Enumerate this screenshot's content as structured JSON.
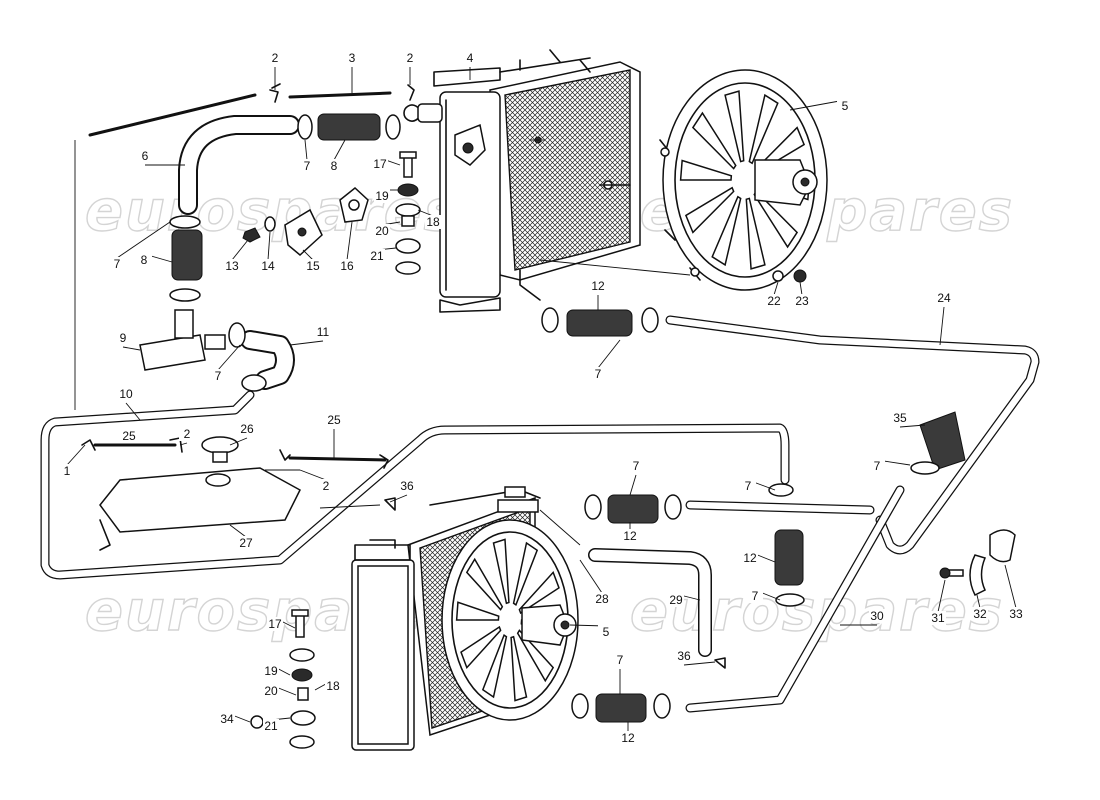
{
  "watermark": "eurospares",
  "part_numbers": [
    "1",
    "2",
    "3",
    "4",
    "5",
    "6",
    "7",
    "8",
    "9",
    "10",
    "11",
    "12",
    "13",
    "14",
    "15",
    "16",
    "17",
    "18",
    "19",
    "20",
    "21",
    "22",
    "23",
    "24",
    "25",
    "26",
    "27",
    "28",
    "29",
    "30",
    "31",
    "32",
    "33",
    "34",
    "35",
    "36"
  ],
  "callouts": [
    {
      "id": "c2a",
      "text": "2"
    },
    {
      "id": "c3",
      "text": "3"
    },
    {
      "id": "c2b",
      "text": "2"
    },
    {
      "id": "c4",
      "text": "4"
    },
    {
      "id": "c5a",
      "text": "5"
    },
    {
      "id": "c6",
      "text": "6"
    },
    {
      "id": "c7a",
      "text": "7"
    },
    {
      "id": "c8a",
      "text": "8"
    },
    {
      "id": "c17a",
      "text": "17"
    },
    {
      "id": "c19a",
      "text": "19"
    },
    {
      "id": "c18a",
      "text": "18"
    },
    {
      "id": "c20a",
      "text": "20"
    },
    {
      "id": "c21a",
      "text": "21"
    },
    {
      "id": "c7b",
      "text": "7"
    },
    {
      "id": "c8b",
      "text": "8"
    },
    {
      "id": "c13",
      "text": "13"
    },
    {
      "id": "c14",
      "text": "14"
    },
    {
      "id": "c15",
      "text": "15"
    },
    {
      "id": "c16",
      "text": "16"
    },
    {
      "id": "c22",
      "text": "22"
    },
    {
      "id": "c23",
      "text": "23"
    },
    {
      "id": "c24",
      "text": "24"
    },
    {
      "id": "c12a",
      "text": "12"
    },
    {
      "id": "c9",
      "text": "9"
    },
    {
      "id": "c11",
      "text": "11"
    },
    {
      "id": "c7c",
      "text": "7"
    },
    {
      "id": "c7d",
      "text": "7"
    },
    {
      "id": "c10",
      "text": "10"
    },
    {
      "id": "c25a",
      "text": "25"
    },
    {
      "id": "c2c",
      "text": "2"
    },
    {
      "id": "c1",
      "text": "1"
    },
    {
      "id": "c26",
      "text": "26"
    },
    {
      "id": "c25b",
      "text": "25"
    },
    {
      "id": "c2d",
      "text": "2"
    },
    {
      "id": "c36a",
      "text": "36"
    },
    {
      "id": "c27",
      "text": "27"
    },
    {
      "id": "c35",
      "text": "35"
    },
    {
      "id": "c7e",
      "text": "7"
    },
    {
      "id": "c7f",
      "text": "7"
    },
    {
      "id": "c7g",
      "text": "7"
    },
    {
      "id": "c12b",
      "text": "12"
    },
    {
      "id": "c12c",
      "text": "12"
    },
    {
      "id": "c7h",
      "text": "7"
    },
    {
      "id": "c28",
      "text": "28"
    },
    {
      "id": "c29",
      "text": "29"
    },
    {
      "id": "c30",
      "text": "30"
    },
    {
      "id": "c31",
      "text": "31"
    },
    {
      "id": "c32",
      "text": "32"
    },
    {
      "id": "c33",
      "text": "33"
    },
    {
      "id": "c5b",
      "text": "5"
    },
    {
      "id": "c17b",
      "text": "17"
    },
    {
      "id": "c36b",
      "text": "36"
    },
    {
      "id": "c19b",
      "text": "19"
    },
    {
      "id": "c18b",
      "text": "18"
    },
    {
      "id": "c20b",
      "text": "20"
    },
    {
      "id": "c34",
      "text": "34"
    },
    {
      "id": "c21b",
      "text": "21"
    },
    {
      "id": "c7i",
      "text": "7"
    },
    {
      "id": "c12d",
      "text": "12"
    }
  ]
}
